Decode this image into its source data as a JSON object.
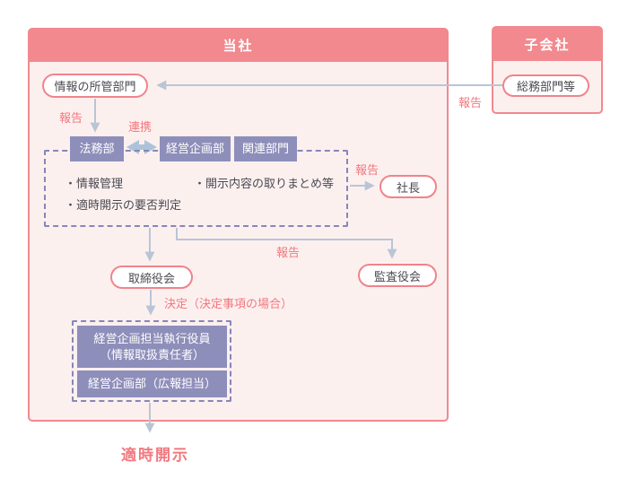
{
  "company": {
    "title": "当社"
  },
  "subsidiary": {
    "title": "子会社",
    "department": "総務部門等"
  },
  "nodes": {
    "info_owner_dept": "情報の所管部門",
    "legal_dept": "法務部",
    "corporate_planning_dept": "経営企画部",
    "related_dept": "関連部門",
    "president": "社長",
    "board_of_directors": "取締役会",
    "audit_board": "監査役会",
    "exec_officer_line1": "経営企画担当執行役員",
    "exec_officer_line2": "（情報取扱責任者）",
    "pr_team": "経営企画部（広報担当）"
  },
  "duties": {
    "info_management": "・情報管理",
    "timely_disclosure_judgement": "・適時開示の要否判定",
    "disclosure_compilation": "・開示内容の取りまとめ等"
  },
  "labels": {
    "report": "報告",
    "cooperation": "連携",
    "decision": "決定（決定事項の場合）",
    "timely_disclosure": "適時開示"
  },
  "colors": {
    "header_pink": "#F1898F",
    "body_pink": "#FCF0EF",
    "pill_border_pink": "#F0838B",
    "dept_purple": "#8E8EBB",
    "dashed_purple": "#8686B8",
    "connector_blue": "#B9C5D6",
    "label_pink": "#F2787F",
    "text_dark": "#4A4A52"
  }
}
